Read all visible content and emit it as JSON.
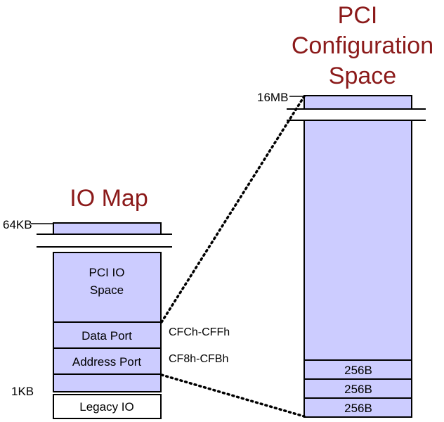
{
  "io_map": {
    "title": "IO Map",
    "top_label": "64KB",
    "bottom_label": "1KB",
    "regions": {
      "pci_io_line1": "PCI IO",
      "pci_io_line2": "Space",
      "data_port": "Data Port",
      "address_port": "Address Port",
      "legacy_io": "Legacy IO"
    },
    "ranges": {
      "data_port": "CFCh-CFFh",
      "address_port": "CF8h-CFBh"
    }
  },
  "pci_config": {
    "title_line1": "PCI",
    "title_line2": "Configuration",
    "title_line3": "Space",
    "top_label": "16MB",
    "blocks": [
      "256B",
      "256B",
      "256B"
    ]
  },
  "colors": {
    "fill": "#ccccff",
    "title": "#8b1a1a",
    "line": "#000000"
  }
}
